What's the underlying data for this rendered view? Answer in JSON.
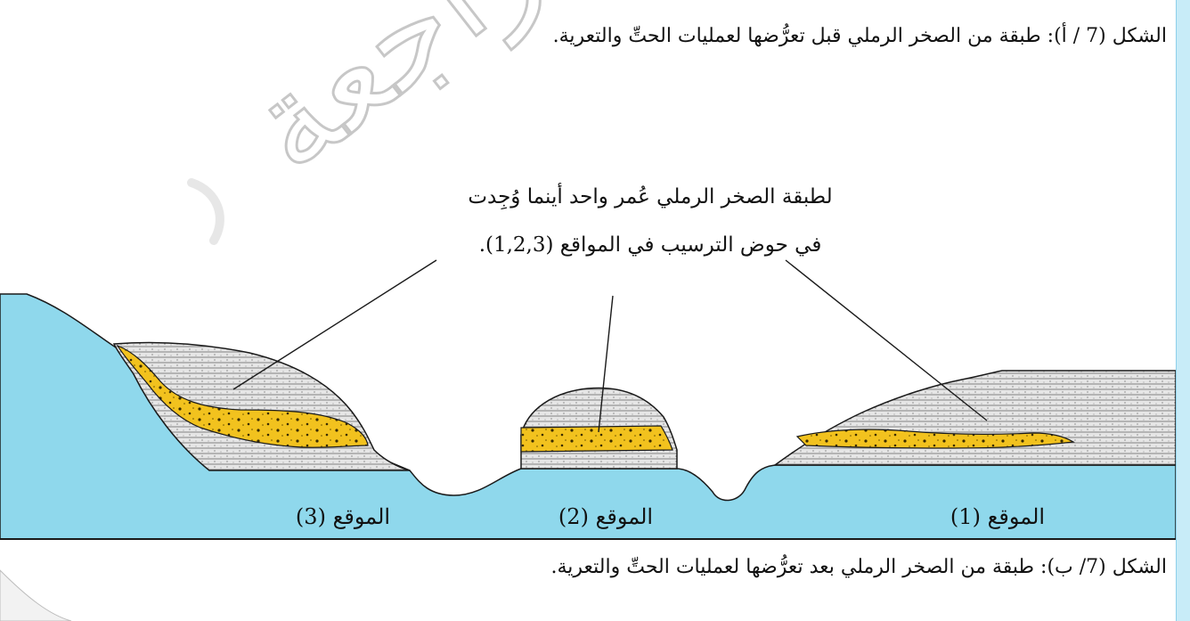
{
  "captions": {
    "top": "الشكل (7 / أ): طبقة من الصخر الرملي قبل تعرُّضها لعمليات الحتِّ والتعرية.",
    "bottom": "الشكل (7/ ب): طبقة من الصخر الرملي بعد تعرُّضها لعمليات الحتِّ والتعرية."
  },
  "annotation": {
    "line1": "لطبقة الصخر الرملي عُمر واحد أينما وُجِدت",
    "line2": "في حوض الترسيب في المواقع (1,2,3)."
  },
  "sites": {
    "site3": "الموقع (3)",
    "site2": "الموقع (2)",
    "site1": "الموقع (1)"
  },
  "watermark": "مراجعة",
  "colors": {
    "water": "#8fd8ec",
    "rock": "#dedede",
    "sandstone": "#f2c21e",
    "strip": "#c8ecf8"
  }
}
